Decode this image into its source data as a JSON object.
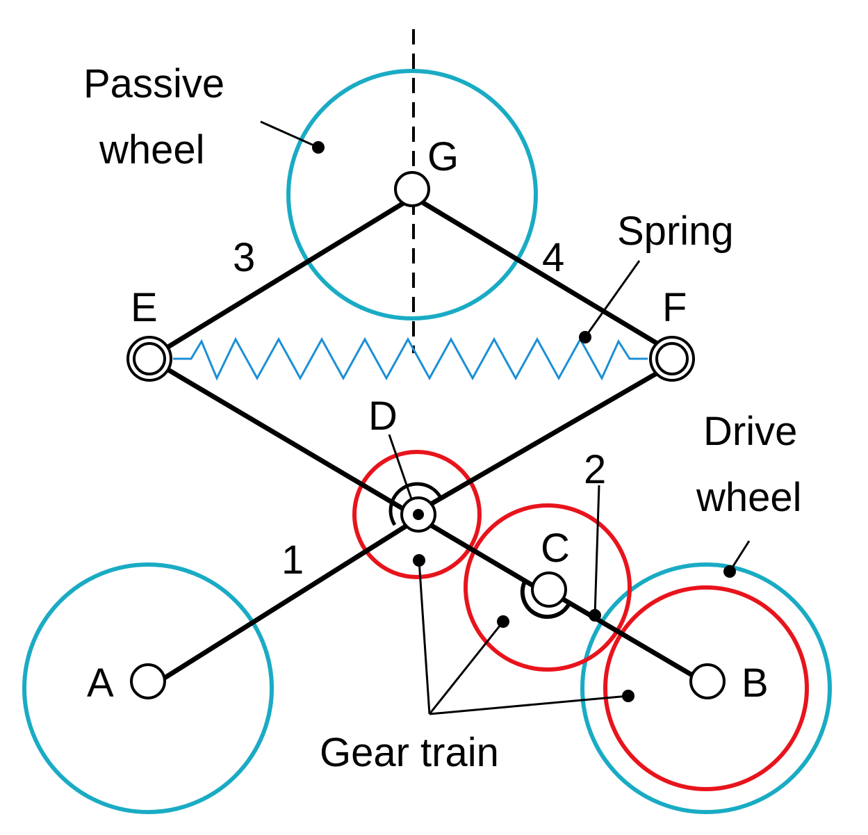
{
  "labels": {
    "passive_wheel_line1": "Passive",
    "passive_wheel_line2": "wheel",
    "spring": "Spring",
    "drive_wheel_line1": "Drive",
    "drive_wheel_line2": "wheel",
    "gear_train": "Gear train"
  },
  "joints": {
    "A": "A",
    "B": "B",
    "C": "C",
    "D": "D",
    "E": "E",
    "F": "F",
    "G": "G"
  },
  "links": {
    "link1": "1",
    "link2": "2",
    "link3": "3",
    "link4": "4"
  },
  "colors": {
    "wheel": "#1aabc4",
    "gear": "#e8141c",
    "spring": "#1b8fd6",
    "link": "#000000"
  }
}
